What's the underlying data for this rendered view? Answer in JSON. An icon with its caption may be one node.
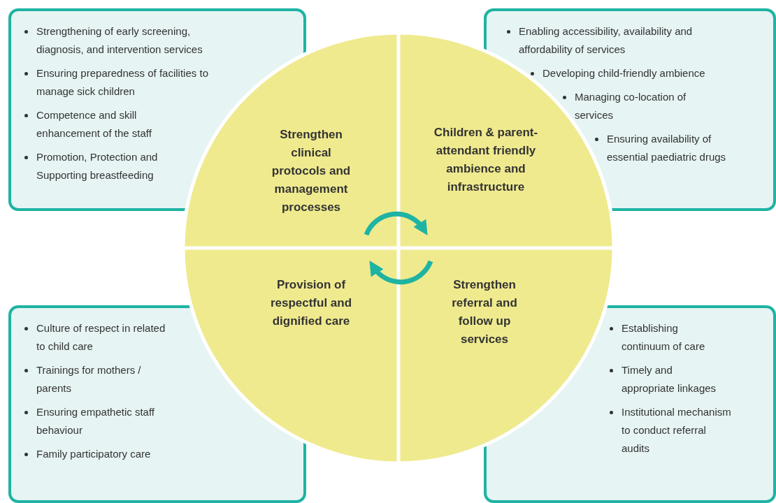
{
  "diagram": {
    "nodes": [
      {
        "text": [
          "Strengthen clinical protocols and management processes"
        ]
      },
      {
        "text": [
          "Children & parent-attendant friendly ambience and infrastructure"
        ]
      },
      {
        "text": [
          "Provision of respectful and dignified care"
        ]
      },
      {
        "text": [
          "Strengthen referral and follow up services"
        ]
      },
      {
        "text": [
          "Strengthening of early screening, diagnosis, and intervention services",
          "Ensuring preparedness of facilities to manage sick children",
          "Competence and skill enhancement of the staff",
          "Promotion, Protection and Supporting breastfeeding"
        ]
      },
      {
        "text": [
          "Enabling accessibility, availability and affordability of services",
          "Developing child-friendly ambience",
          "Managing co-location of services",
          "Ensuring availability of essential paediatric drugs"
        ]
      },
      {
        "text": [
          "Culture of respect in related to child care",
          "Trainings for mothers / parents",
          "Ensuring empathetic staff behaviour",
          "Family participatory care"
        ]
      },
      {
        "text": [
          "Establishing continuum of care",
          "Timely and appropriate linkages",
          "Institutional mechanism to conduct referral audits"
        ]
      }
    ],
    "edges": [
      {
        "from": 0,
        "to": 1,
        "arrow": "to"
      },
      {
        "from": 3,
        "to": 2,
        "arrow": "to"
      }
    ]
  }
}
